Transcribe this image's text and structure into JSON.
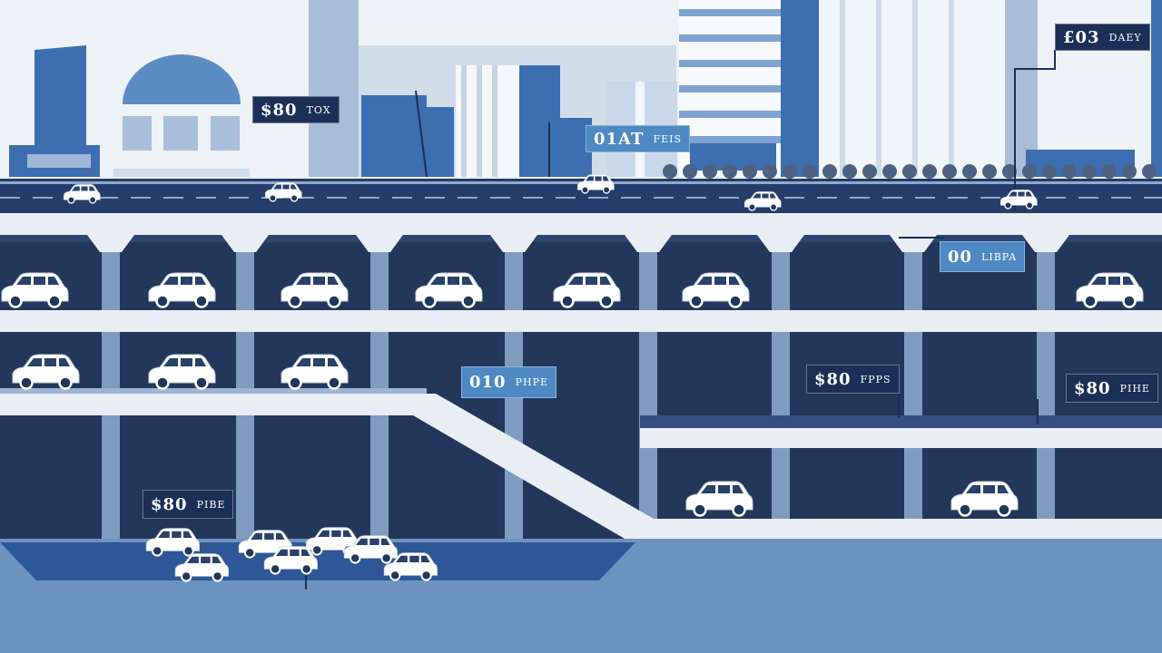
{
  "colors": {
    "sky": "#eef1f5",
    "navy": "#1b2f57",
    "deck_dark": "#23375a",
    "slab": "#e9eef5",
    "pillar": "#7f9cc0",
    "skyline_blue": "#3d6fb0",
    "ground": "#6f93bf",
    "label_light": "#4f89c4"
  },
  "labels": [
    {
      "number": "$80",
      "unit": "TOX",
      "style": "dark"
    },
    {
      "number": "01AT",
      "unit": "FEIS",
      "style": "light"
    },
    {
      "number": "£03",
      "unit": "DAEY",
      "style": "dark"
    },
    {
      "number": "00",
      "unit": "LIBPA",
      "style": "light"
    },
    {
      "number": "010",
      "unit": "PHPE",
      "style": "light"
    },
    {
      "number": "$80",
      "unit": "FPPS",
      "style": "dark"
    },
    {
      "number": "$80",
      "unit": "PIHE",
      "style": "dark"
    },
    {
      "number": "$80",
      "unit": "PIBE",
      "style": "dark"
    }
  ]
}
